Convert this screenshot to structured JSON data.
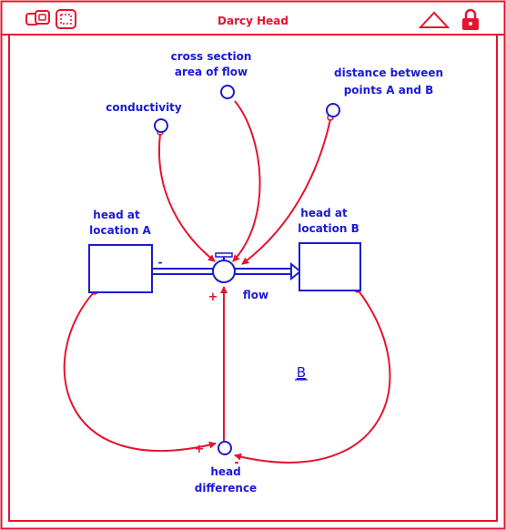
{
  "window": {
    "title": "Darcy Head"
  },
  "toolbar": {
    "left_icons": [
      "chain-link-icon",
      "selection-frame-icon"
    ],
    "right_icons": [
      "triangle-up-icon",
      "padlock-icon"
    ]
  },
  "colors": {
    "accent": "#e5142f",
    "ink": "#1a1ad6"
  },
  "diagram": {
    "stocks": {
      "a": {
        "label_line1": "head at",
        "label_line2": "location A"
      },
      "b": {
        "label_line1": "head at",
        "label_line2": "location B"
      }
    },
    "flow": {
      "label": "flow"
    },
    "converters": {
      "conductivity": {
        "label": "conductivity"
      },
      "cross_section": {
        "label_line1": "cross section",
        "label_line2": "area of flow"
      },
      "distance": {
        "label_line1": "distance between",
        "label_line2": "points A and B"
      },
      "head_difference": {
        "label_line1": "head",
        "label_line2": "difference"
      }
    },
    "polarity": {
      "stock_a_out": "-",
      "flow_in": "+",
      "diff_from_a": "+",
      "diff_from_b": "-"
    },
    "loop_label": "B"
  }
}
